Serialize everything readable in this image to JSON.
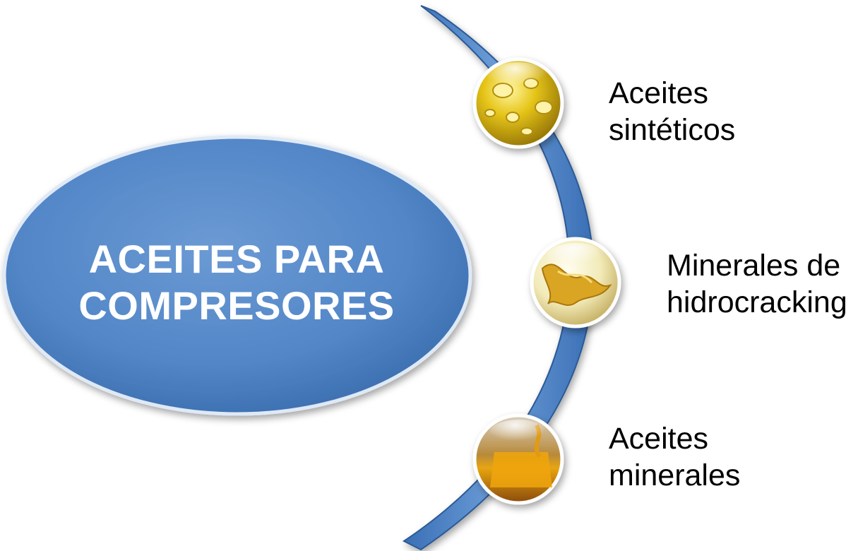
{
  "center": {
    "title_line1": "ACEITES PARA",
    "title_line2": "COMPRESORES",
    "fill_color": "#5588c8"
  },
  "arc_color": "#5b8fd0",
  "items": [
    {
      "line1": "Aceites",
      "line2": "sintéticos",
      "icon": "yellow-oil-droplets-icon"
    },
    {
      "line1": "Minerales de",
      "line2": "hidrocracking",
      "icon": "oil-splash-icon"
    },
    {
      "line1": "Aceites",
      "line2": "minerales",
      "icon": "amber-oil-pour-icon"
    }
  ]
}
